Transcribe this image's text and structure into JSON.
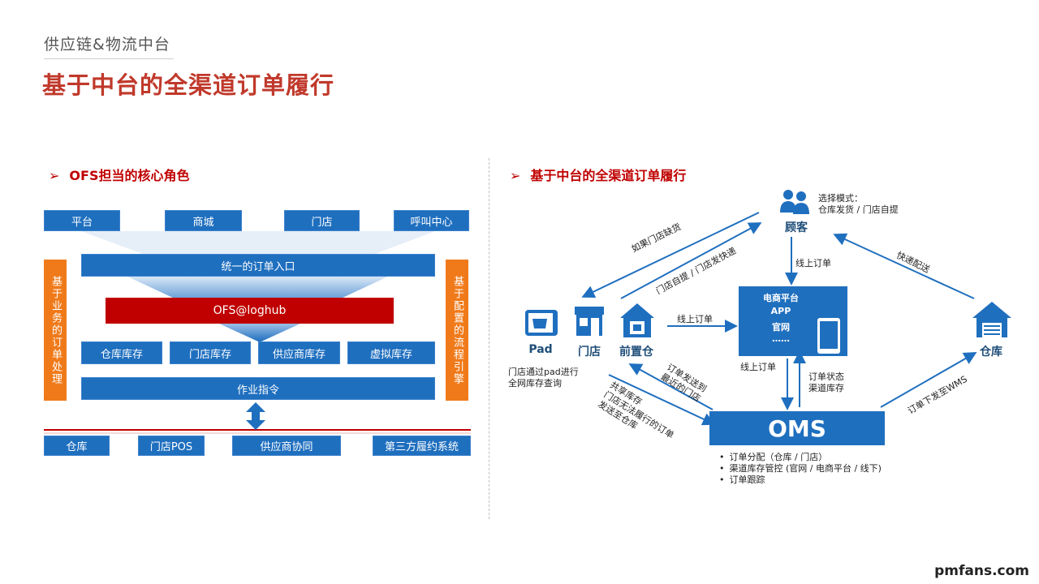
{
  "header": {
    "subtitle": "供应链&物流中台",
    "title": "基于中台的全渠道订单履行"
  },
  "left_section": {
    "title": "OFS担当的核心角色",
    "channels": [
      "平台",
      "商城",
      "门店",
      "呼叫中心"
    ],
    "unified_entry": "统一的订单入口",
    "core": "OFS@loghub",
    "inventories": [
      "仓库库存",
      "门店库存",
      "供应商库存",
      "虚拟库存"
    ],
    "instructions": "作业指令",
    "left_side": "基于业务的订单处理",
    "right_side": "基于配置的流程引擎",
    "targets": [
      "仓库",
      "门店POS",
      "供应商协同",
      "第三方履约系统"
    ]
  },
  "right_section": {
    "title": "基于中台的全渠道订单履行",
    "customer": "顾客",
    "customer_note": [
      "选择模式：",
      "仓库发货 / 门店自提"
    ],
    "pad": "Pad",
    "store": "门店",
    "front_warehouse": "前置仓",
    "warehouse": "仓库",
    "pad_note": [
      "门店通过pad进行",
      "全网库存查询"
    ],
    "ecommerce": [
      "电商平台",
      "APP",
      "官网",
      "……"
    ],
    "oms": "OMS",
    "oms_bullets": [
      "订单分配（仓库 / 门店）",
      "渠道库存管控 (官网 / 电商平台 / 线下)",
      "订单跟踪"
    ],
    "edges": {
      "out_of_stock": "如果门店缺货",
      "pickup_express": "门店自提 / 门店发快递",
      "express_delivery": "快递配送",
      "online_order_1": "线上订单",
      "online_order_2": "线上订单",
      "online_order_3": "线上订单",
      "order_status": [
        "订单状态",
        "渠道库存"
      ],
      "send_to_store": [
        "订单发送到",
        "最近的门店"
      ],
      "share_inventory": [
        "共享库存",
        "门店无法履行的订单",
        "发送至仓库"
      ],
      "to_wms": "订单下发至WMS"
    }
  },
  "watermark": "pmfans.com",
  "colors": {
    "accent_red": "#c00000",
    "title_red": "#c0392b",
    "blue": "#1f6fbf",
    "orange": "#f07a1a"
  }
}
